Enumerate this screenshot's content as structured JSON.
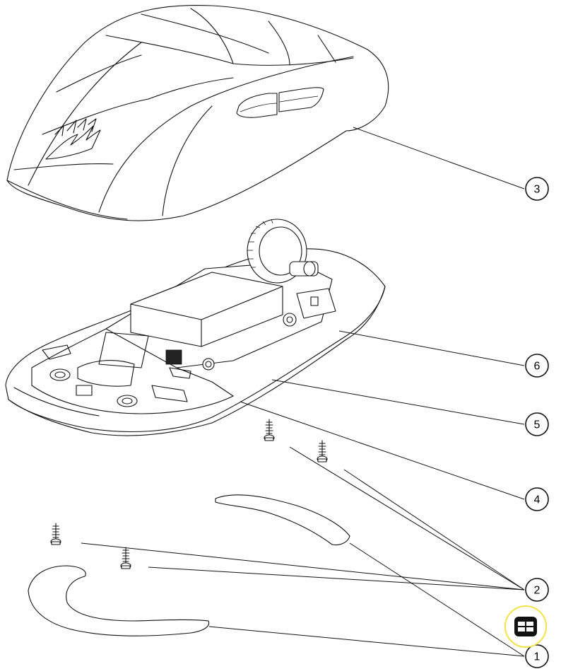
{
  "callouts": [
    {
      "id": "callout-1",
      "label": "1"
    },
    {
      "id": "callout-2",
      "label": "2"
    },
    {
      "id": "callout-3",
      "label": "3"
    },
    {
      "id": "callout-4",
      "label": "4"
    },
    {
      "id": "callout-5",
      "label": "5"
    },
    {
      "id": "callout-6",
      "label": "6"
    }
  ],
  "toolbar": {
    "table_button_icon": "table-grid-icon",
    "accent": "#f3e34a"
  }
}
